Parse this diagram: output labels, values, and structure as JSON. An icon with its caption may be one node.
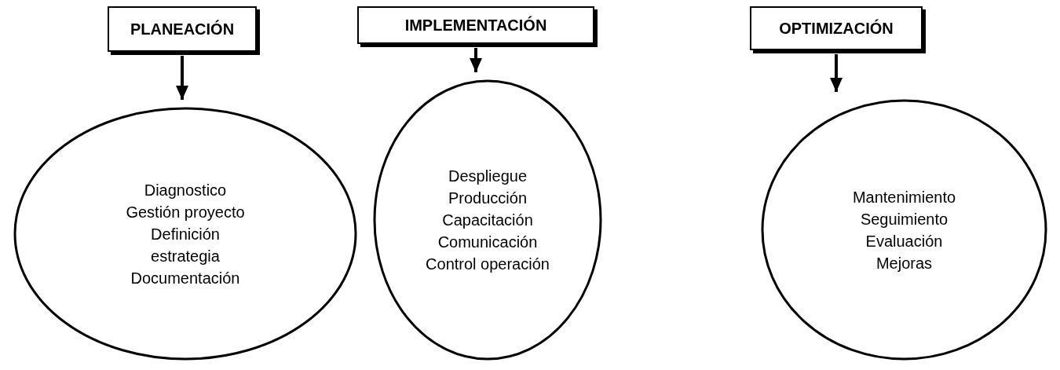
{
  "diagram": {
    "nodes": [
      {
        "text": [
          "PLANEACIÓN"
        ]
      },
      {
        "text": [
          "Diagnostico",
          "Gestión proyecto",
          "Definición estrategia",
          "Documentación"
        ]
      },
      {
        "text": [
          "IMPLEMENTACIÓN"
        ]
      },
      {
        "text": [
          "Despliegue",
          "Producción",
          "Capacitación",
          "Comunicación",
          "Control operación"
        ]
      },
      {
        "text": [
          "OPTIMIZACIÓN"
        ]
      },
      {
        "text": [
          "Mantenimiento",
          "Seguimiento",
          "Evaluación",
          "Mejoras"
        ]
      }
    ],
    "edges": [
      {
        "from": 0,
        "to": 1,
        "arrow": "to"
      },
      {
        "from": 2,
        "to": 3,
        "arrow": "to"
      },
      {
        "from": 4,
        "to": 5,
        "arrow": "to"
      }
    ]
  }
}
